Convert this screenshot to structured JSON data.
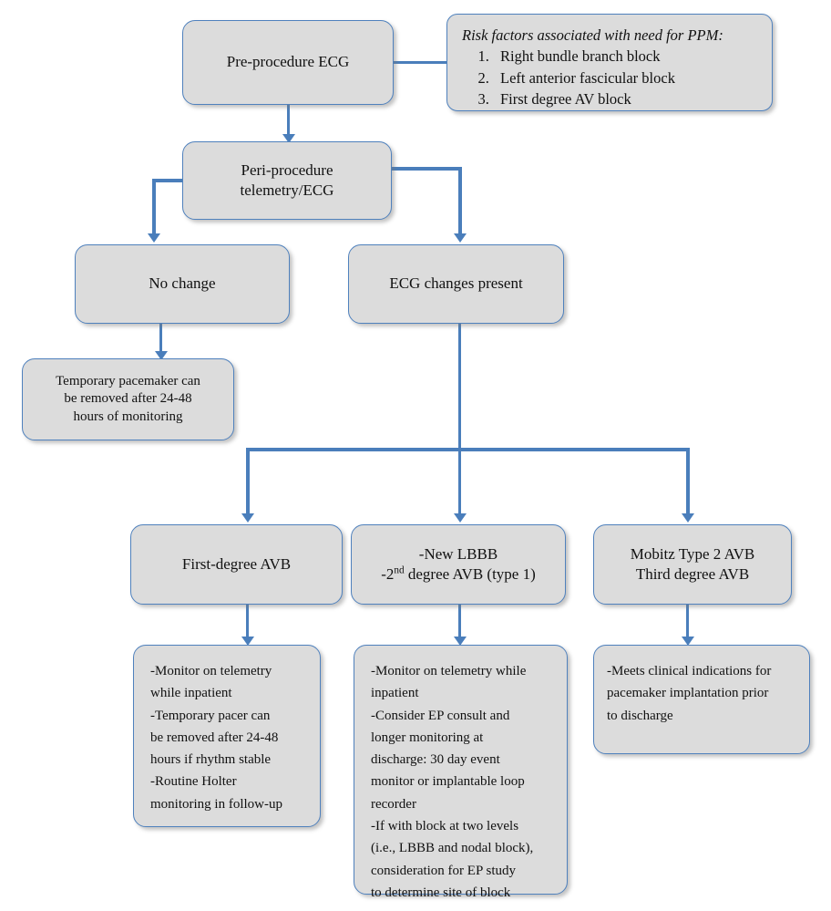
{
  "diagram": {
    "title": "Peri-procedural conduction management flowchart",
    "colors": {
      "node_fill": "#dcdcdc",
      "node_border": "#4f81bd",
      "connector": "#4a7ebb",
      "text": "#111111",
      "background": "#ffffff"
    }
  },
  "nodes": {
    "pre_procedure_ecg": {
      "label": "Pre-procedure ECG"
    },
    "risk_factors": {
      "title": "Risk factors associated with need for PPM:",
      "items": [
        "Right bundle branch block",
        "Left anterior fascicular block",
        "First degree AV block"
      ]
    },
    "peri_procedure": {
      "line1": "Peri-procedure",
      "line2": "telemetry/ECG"
    },
    "no_change": {
      "label": "No change"
    },
    "ecg_changes": {
      "label": "ECG changes present"
    },
    "temp_pacer_removed": {
      "line1": "Temporary pacemaker can",
      "line2": "be removed after 24-48",
      "line3": "hours of monitoring"
    },
    "first_degree_avb": {
      "label": "First-degree  AVB"
    },
    "new_lbbb": {
      "line1": "-New LBBB",
      "line2_pre": "-2",
      "line2_sup": "nd",
      "line2_post": " degree AVB (type 1)"
    },
    "mobitz_third": {
      "line1": "Mobitz Type 2 AVB",
      "line2": "Third degree AVB"
    },
    "first_degree_plan": {
      "line1": "-Monitor on telemetry",
      "line2": "while inpatient",
      "line3": "-Temporary pacer can",
      "line4": "be removed after 24-48",
      "line5": "hours if rhythm stable",
      "line6": "-Routine Holter",
      "line7": "monitoring in follow-up"
    },
    "new_lbbb_plan": {
      "line1": "-Monitor on telemetry while",
      "line2": "inpatient",
      "line3": "-Consider EP consult and",
      "line4": "longer monitoring at",
      "line5": "discharge: 30 day event",
      "line6": "monitor or implantable loop",
      "line7": "recorder",
      "line8": "-If with block at two levels",
      "line9": "(i.e., LBBB and nodal block),",
      "line10": "consideration for EP study",
      "line11": "to determine site of block"
    },
    "mobitz_plan": {
      "line1": "-Meets clinical indications for",
      "line2": "pacemaker implantation  prior",
      "line3": "to discharge"
    }
  }
}
